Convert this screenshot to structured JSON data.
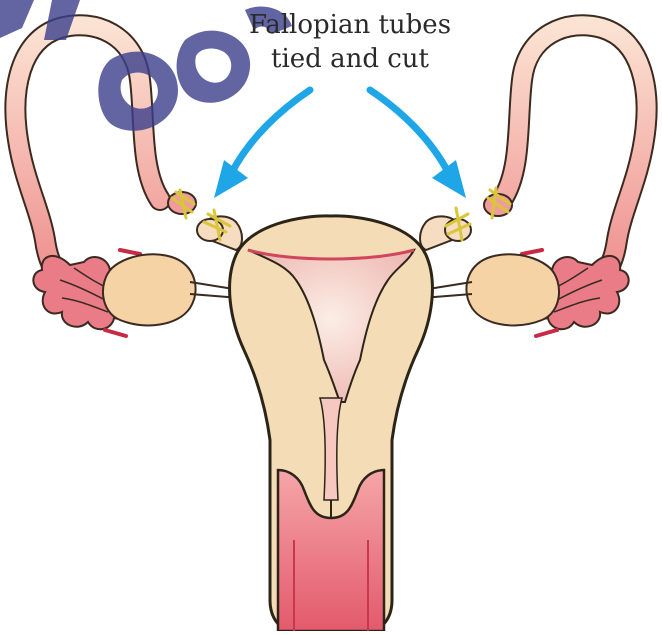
{
  "label": {
    "line1": "Fallopian tubes",
    "line2": "tied and cut"
  },
  "colors": {
    "tube_outer": "#f08f8f",
    "tube_inner": "#f9d2c4",
    "uterus": "#f4ddb6",
    "uterus_stroke": "#2d2418",
    "cavity": "#f2c4ba",
    "cervix": "#e8606e",
    "fimbriae": "#ea7a86",
    "ovary": "#f6d3a5",
    "arrow": "#1ea6e6",
    "ligature": "#e5d84a",
    "watermark": "#3b3f8c"
  },
  "icons": [
    "uterus-diagram",
    "arrow-left-icon",
    "arrow-right-icon",
    "ligature-knot-icon"
  ]
}
